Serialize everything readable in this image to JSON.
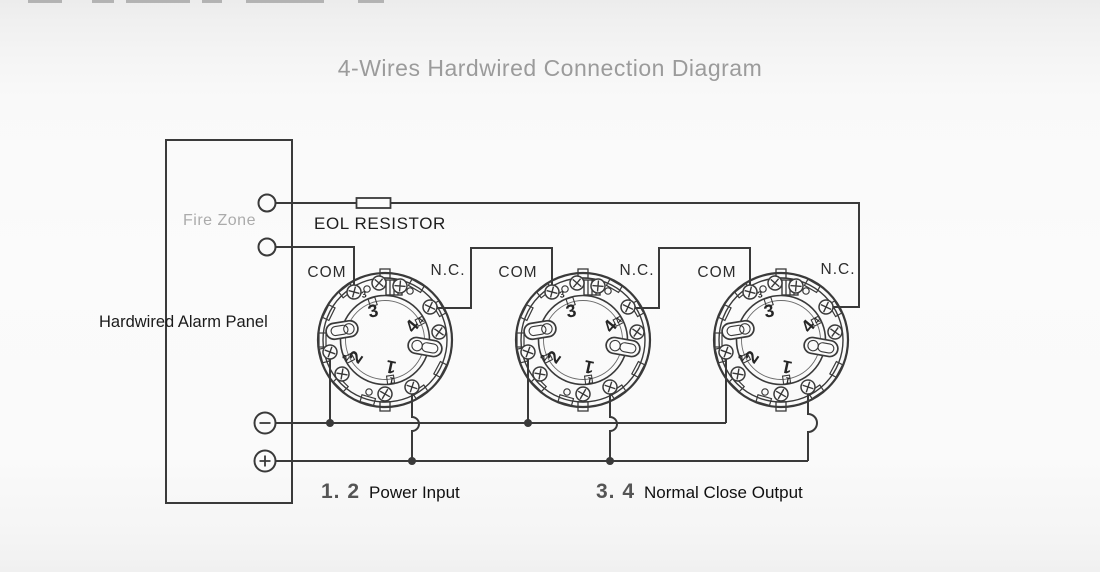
{
  "title": "4-Wires Hardwired Connection Diagram",
  "panel": {
    "name_label": "Hardwired Alarm Panel",
    "zone_label": "Fire Zone",
    "minus_symbol": "−",
    "plus_symbol": "+"
  },
  "eol_resistor_label": "EOL RESISTOR",
  "units": [
    {
      "com": "COM",
      "nc": "N.C."
    },
    {
      "com": "COM",
      "nc": "N.C."
    },
    {
      "com": "COM",
      "nc": "N.C."
    }
  ],
  "terminals": {
    "t1": "1",
    "t2": "2",
    "t3": "3",
    "t4": "4"
  },
  "legend": {
    "power_terminals": "1. 2",
    "power_label": "Power Input",
    "output_terminals": "3. 4",
    "output_label": "Normal Close Output"
  },
  "colors": {
    "line": "#3a3a3a",
    "title_text": "#9b9b9b",
    "muted_text": "#ababab",
    "dark_text": "#1c1c1c",
    "background": "#f9f9f9"
  }
}
